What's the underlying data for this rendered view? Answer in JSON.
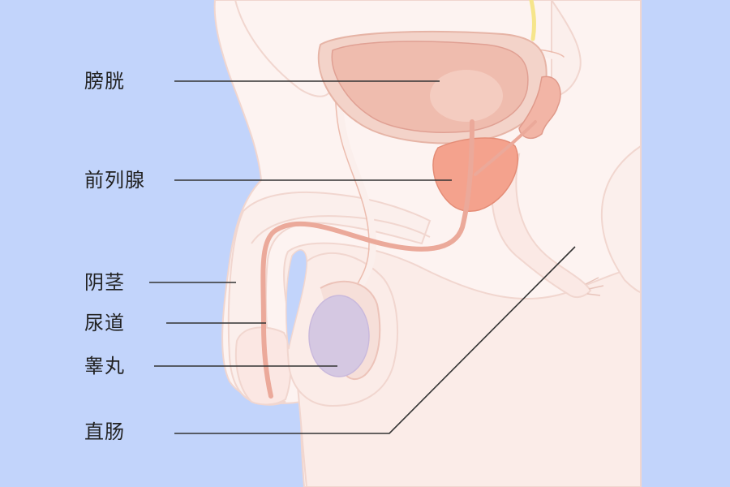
{
  "colors": {
    "background": "#c2d4fb",
    "skin_outline": "#f1d6cf",
    "skin_fill": "#fbefec",
    "organ_outline": "#e0a093",
    "bladder": "#f1c1b5",
    "prostate": "#f4a28d",
    "testis": "#d5c8e2",
    "nerve": "#f6e58b",
    "leader_line": "#333333",
    "label_text": "#222222"
  },
  "labels": {
    "bladder": "膀胱",
    "prostate": "前列腺",
    "penis": "阴茎",
    "urethra": "尿道",
    "testis": "睾丸",
    "rectum": "直肠"
  }
}
